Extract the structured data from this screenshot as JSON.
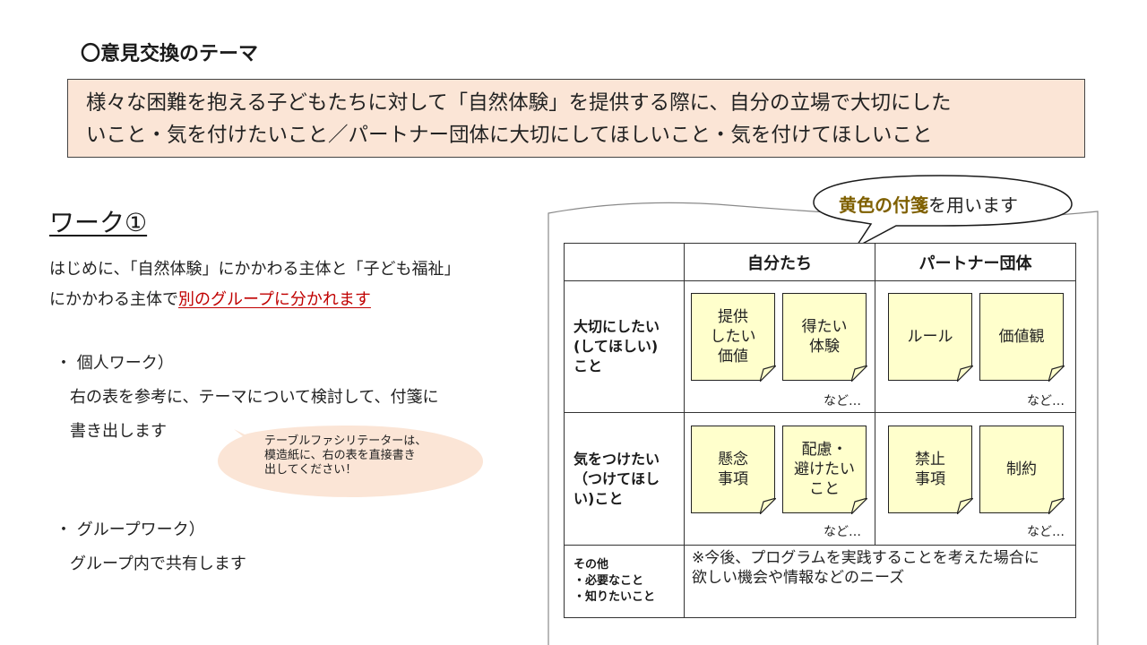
{
  "section_title": "〇意見交換のテーマ",
  "theme": {
    "line1": "様々な困難を抱える子どもたちに対して「自然体験」を提供する際に、自分の立場で大切にした",
    "line2": "いこと・気を付けたいこと／パートナー団体に大切にしてほしいこと・気を付けてほしいこと"
  },
  "work": {
    "title": "ワーク①",
    "intro_line1": "はじめに、「自然体験」にかかわる主体と「子ども福祉」",
    "intro_line2_prefix": "にかかわる主体で",
    "intro_line2_link": "別のグループに分かれます",
    "personal_heading": "・ 個人ワーク）",
    "personal_line1": "右の表を参考に、テーマについて検討して、付箋に",
    "personal_line2": "書き出します",
    "group_heading": "・ グループワーク）",
    "group_line1": "グループ内で共有します"
  },
  "facilitator_note": {
    "line1": "テーブルファシリテーターは、",
    "line2": "模造紙に、右の表を直接書き",
    "line3": "出してください！"
  },
  "speech": {
    "highlight": "黄色の付箋",
    "rest": "を用います"
  },
  "table": {
    "col_self": "自分たち",
    "col_partner": "パートナー団体",
    "row1_label": [
      "大切にしたい",
      "(してほしい)",
      "こと"
    ],
    "row2_label": [
      "気をつけたい",
      "（つけてほし",
      "い)こと"
    ],
    "row3_label": [
      "その他",
      "・必要なこと",
      "・知りたいこと"
    ],
    "etc": "など…",
    "stickies": {
      "s1": [
        "提供",
        "したい",
        "価値"
      ],
      "s2": [
        "得たい",
        "体験"
      ],
      "s3": [
        "ルール"
      ],
      "s4": [
        "価値観"
      ],
      "s5": [
        "懸念",
        "事項"
      ],
      "s6": [
        "配慮・",
        "避けたい",
        "こと"
      ],
      "s7": [
        "禁止",
        "事項"
      ],
      "s8": [
        "制約"
      ]
    },
    "other_line1": "※今後、プログラムを実践することを考えた場合に",
    "other_line2": "欲しい機会や情報などのニーズ"
  },
  "colors": {
    "theme_bg": "#fbe5d6",
    "sticky_bg": "#ffffcc",
    "link_red": "#c00000",
    "highlight_olive": "#7f6000",
    "note_bubble": "#fbe5d6"
  }
}
